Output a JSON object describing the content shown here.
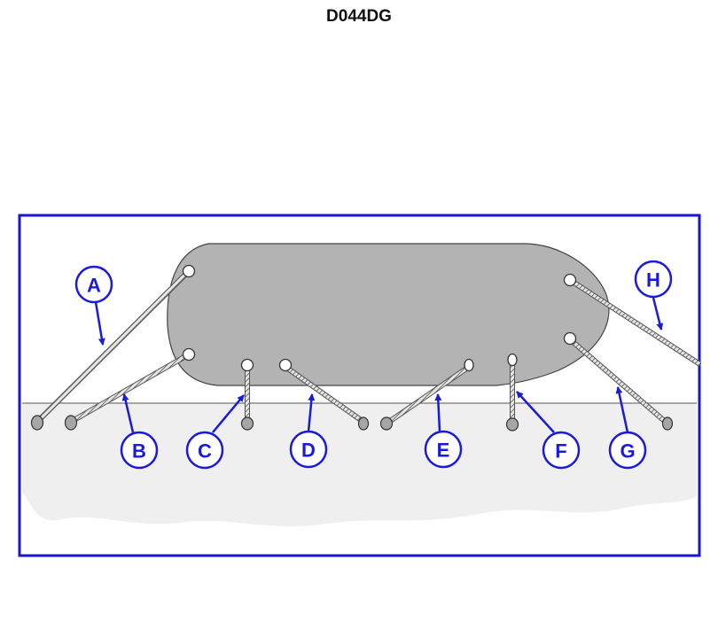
{
  "title": "D044DG",
  "colors": {
    "frame": "#1616d4",
    "hull": "#b3b3b3",
    "pier": "#efefef",
    "label": "#1a1adc",
    "line": "#777777"
  },
  "lines": [
    {
      "id": "A",
      "label": "A"
    },
    {
      "id": "B",
      "label": "B"
    },
    {
      "id": "C",
      "label": "C"
    },
    {
      "id": "D",
      "label": "D"
    },
    {
      "id": "E",
      "label": "E"
    },
    {
      "id": "F",
      "label": "F"
    },
    {
      "id": "G",
      "label": "G"
    },
    {
      "id": "H",
      "label": "H"
    }
  ]
}
